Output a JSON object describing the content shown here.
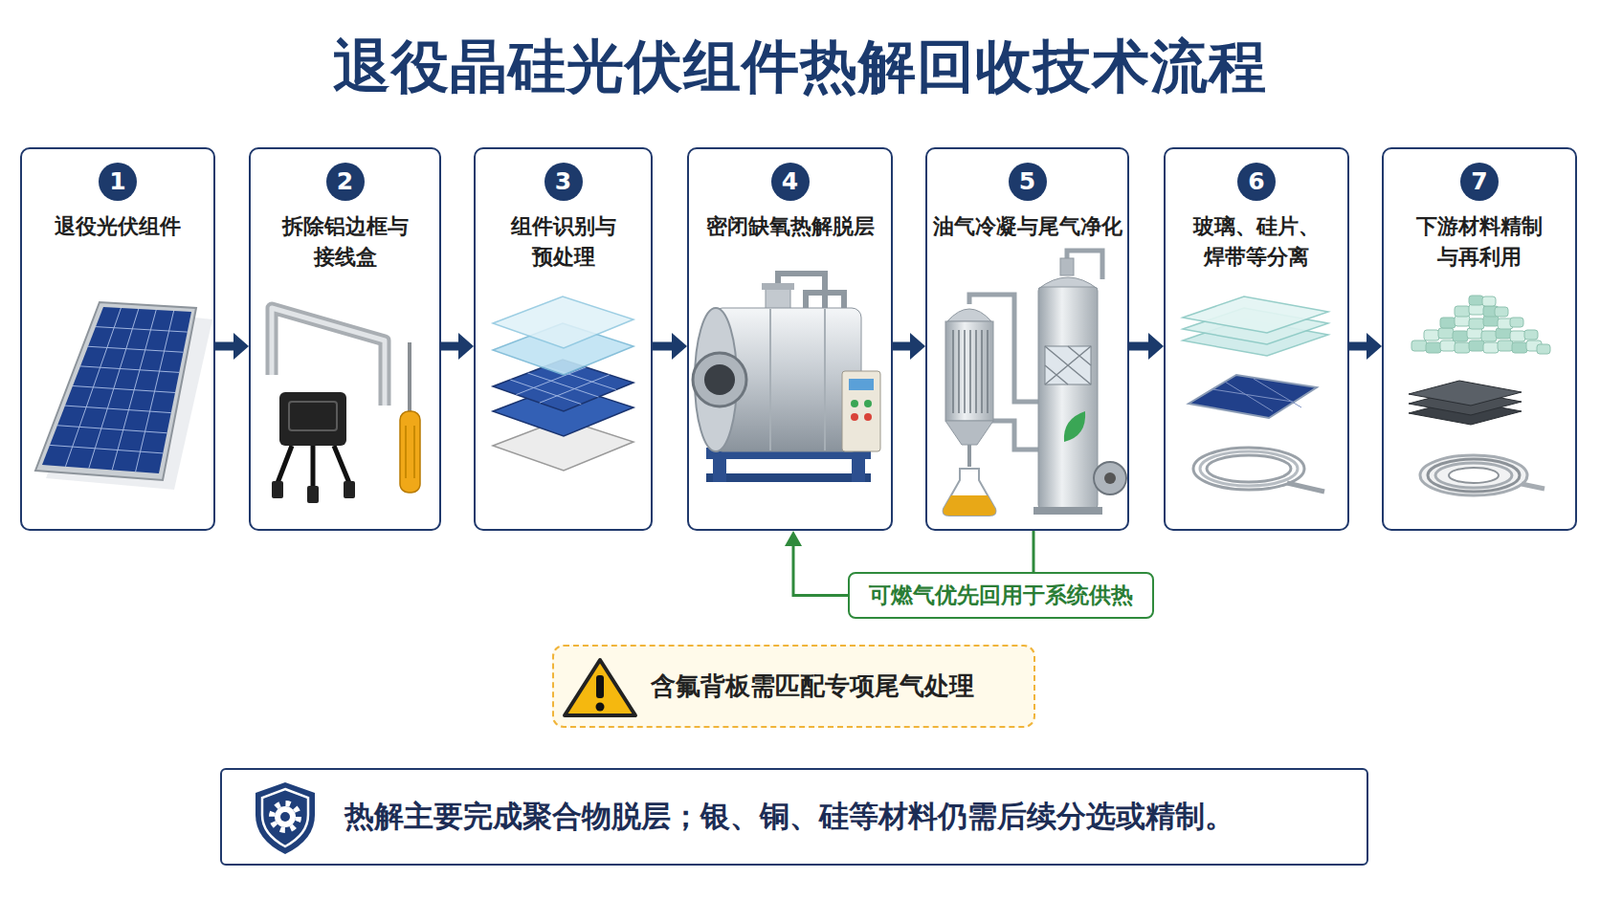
{
  "diagram": {
    "title": "退役晶硅光伏组件热解回收技术流程",
    "nodes": [
      {
        "text": [
          "退役光伏组件"
        ]
      },
      {
        "text": [
          "1"
        ],
        "in": 0
      },
      {
        "text": [
          "拆除铝边框与 接线盒"
        ]
      },
      {
        "text": [
          "2"
        ],
        "in": 2
      },
      {
        "text": [
          "组件识别与 预处理"
        ]
      },
      {
        "text": [
          "3"
        ],
        "in": 4
      },
      {
        "text": [
          "密闭缺氧热解脱层"
        ]
      },
      {
        "text": [
          "4"
        ],
        "in": 6
      },
      {
        "text": [
          "油气冷凝与尾气净化"
        ]
      },
      {
        "text": [
          "5"
        ],
        "in": 8
      },
      {
        "text": [
          "玻璃、硅片、 焊带等分离"
        ]
      },
      {
        "text": [
          "6"
        ],
        "in": 10
      },
      {
        "text": [
          "下游材料精制 与再利用"
        ]
      },
      {
        "text": [
          "7"
        ],
        "in": 12
      },
      {
        "text": [
          "可燃气优先回用于系统供热"
        ]
      },
      {
        "text": [
          "含氟背板需匹配专项尾气处理"
        ]
      },
      {
        "text": [
          "热解主要完成聚合物脱层；银、铜、硅等材料仍需后续分选或精制。"
        ]
      }
    ],
    "edges": [
      {
        "from": 0,
        "to": 2,
        "arrow": "to"
      },
      {
        "from": 2,
        "to": 4,
        "arrow": "to"
      },
      {
        "from": 4,
        "to": 6,
        "arrow": "to"
      },
      {
        "from": 6,
        "to": 8,
        "arrow": "to"
      },
      {
        "from": 8,
        "to": 10,
        "arrow": "to"
      },
      {
        "from": 10,
        "to": 12,
        "arrow": "to"
      },
      {
        "from": 8,
        "to": 14,
        "arrow": "none"
      },
      {
        "from": 14,
        "to": 6,
        "arrow": "to"
      }
    ]
  }
}
